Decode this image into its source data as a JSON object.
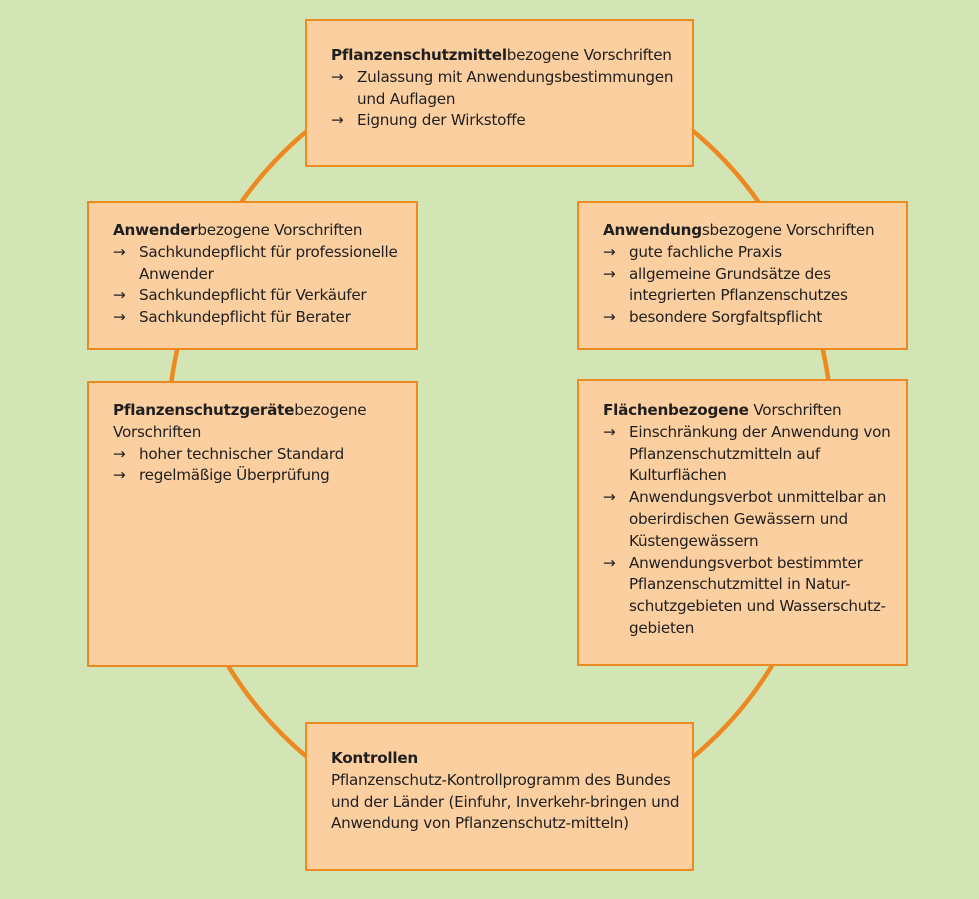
{
  "colors": {
    "background": "#d3e4b5",
    "box_fill": "#fbcfa0",
    "accent_orange": "#ec8a21"
  },
  "bullet_icon": "right-arrow-icon",
  "bullet_symbol": "→",
  "boxes": {
    "top": {
      "title_bold": "Pflanzenschutzmittel",
      "title_rest": "bezogene Vorschriften",
      "bullets": [
        "Zulassung mit Anwendungsbestimmungen und Auflagen",
        "Eignung der Wirkstoffe"
      ]
    },
    "anwender": {
      "title_bold": "Anwender",
      "title_rest": "bezogene Vorschriften",
      "bullets": [
        "Sachkundepflicht für professionelle Anwender",
        "Sachkundepflicht für Verkäufer",
        "Sachkundepflicht für Berater"
      ]
    },
    "anwendung": {
      "title_bold": "Anwendung",
      "title_rest": "sbezogene Vorschriften",
      "bullets": [
        "gute fachliche Praxis",
        "allgemeine Grundsätze des integrierten Pflanzenschutzes",
        "besondere Sorgfaltspflicht"
      ]
    },
    "geraete": {
      "title_bold": "Pflanzenschutzgeräte",
      "title_rest": "bezogene Vorschriften",
      "bullets": [
        "hoher technischer Standard",
        "regelmäßige Überprüfung"
      ]
    },
    "flaechen": {
      "title_bold": "Flächenbezogene",
      "title_rest": " Vorschriften",
      "bullets": [
        "Einschränkung der Anwendung von Pflanzenschutzmitteln auf Kulturflächen",
        "Anwendungsverbot unmittelbar an oberirdischen Gewässern und Küstengewässern",
        "Anwendungsverbot bestimmter Pflanzenschutzmittel in Natur-schutzgebieten und Wasserschutz-gebieten"
      ]
    },
    "kontrollen": {
      "title_bold": "Kontrollen",
      "text": "Pflanzenschutz-Kontrollprogramm des Bundes und der Länder (Einfuhr, Inverkehr-bringen und Anwendung von Pflanzenschutz-mitteln)"
    }
  }
}
